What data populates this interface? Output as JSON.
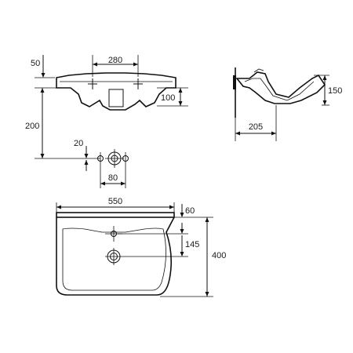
{
  "drawing": {
    "dims": {
      "front_top_offset": "50",
      "tap_spacing": "280",
      "bowl_depth": "100",
      "mount_height": "200",
      "pin_offset": "20",
      "pin_spacing": "80",
      "side_depth": "205",
      "side_height": "150",
      "plan_width": "550",
      "plan_tap_offset": "60",
      "plan_drain_offset": "145",
      "plan_depth": "400"
    }
  }
}
